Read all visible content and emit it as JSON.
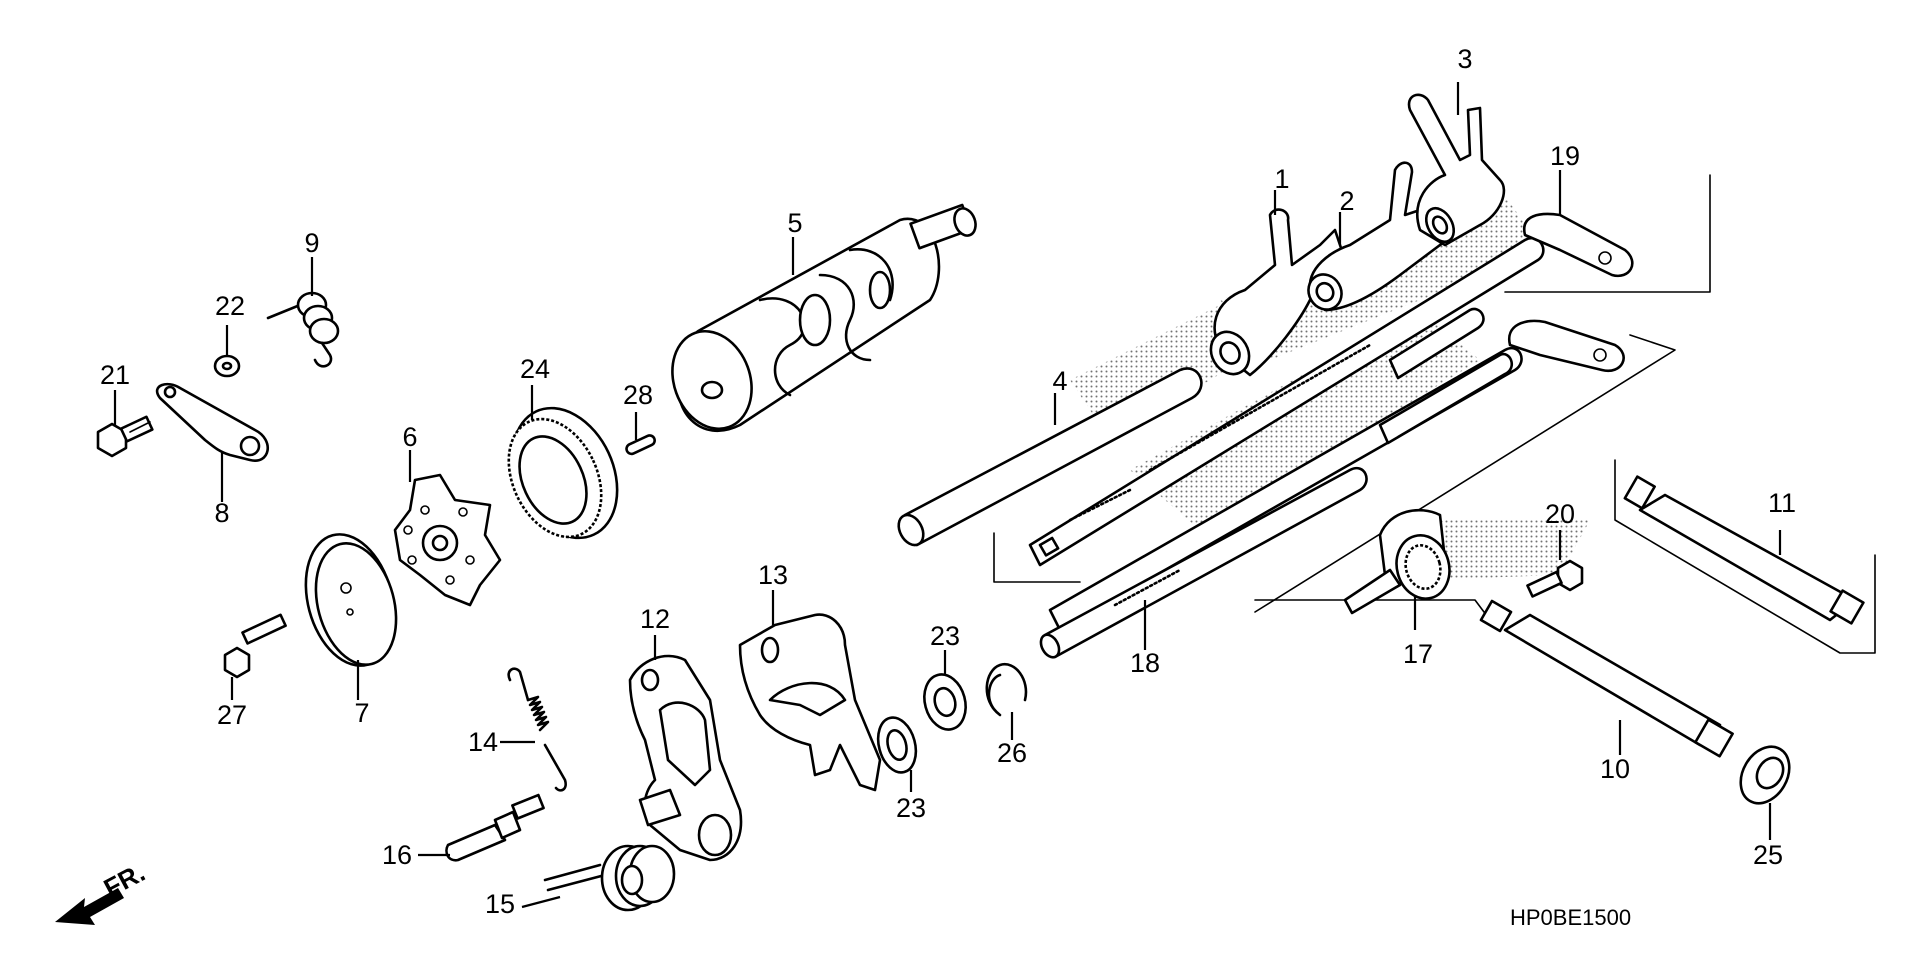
{
  "diagram": {
    "drawing_code": "HP0BE1500",
    "direction_label": "FR.",
    "callouts": {
      "c1": "1",
      "c2": "2",
      "c3": "3",
      "c4": "4",
      "c5": "5",
      "c6": "6",
      "c7": "7",
      "c8": "8",
      "c9": "9",
      "c10": "10",
      "c11": "11",
      "c12": "12",
      "c13": "13",
      "c14": "14",
      "c15": "15",
      "c16": "16",
      "c17": "17",
      "c18": "18",
      "c19": "19",
      "c20": "20",
      "c21": "21",
      "c22": "22",
      "c23a": "23",
      "c23b": "23",
      "c24": "24",
      "c25": "25",
      "c26": "26",
      "c27": "27",
      "c28": "28"
    }
  }
}
